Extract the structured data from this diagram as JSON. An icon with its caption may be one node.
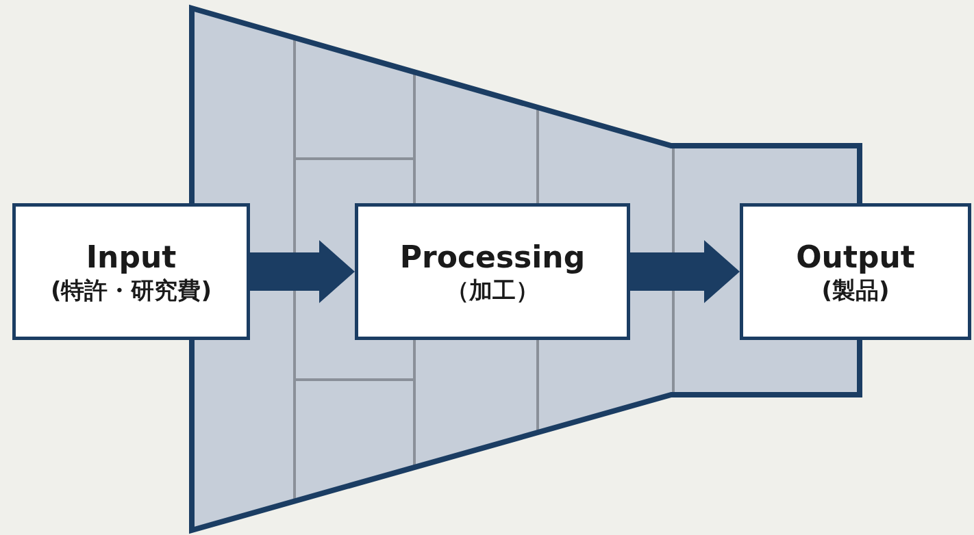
{
  "diagram": {
    "nodes": [
      {
        "text": [
          "Input",
          "(特許・研究費)"
        ]
      },
      {
        "text": [
          "Processing",
          "（加工）"
        ]
      },
      {
        "text": [
          "Output",
          "(製品)"
        ]
      }
    ],
    "edges": [
      {
        "from": 0,
        "to": 1,
        "arrow": "to"
      },
      {
        "from": 1,
        "to": 2,
        "arrow": "to"
      }
    ]
  }
}
